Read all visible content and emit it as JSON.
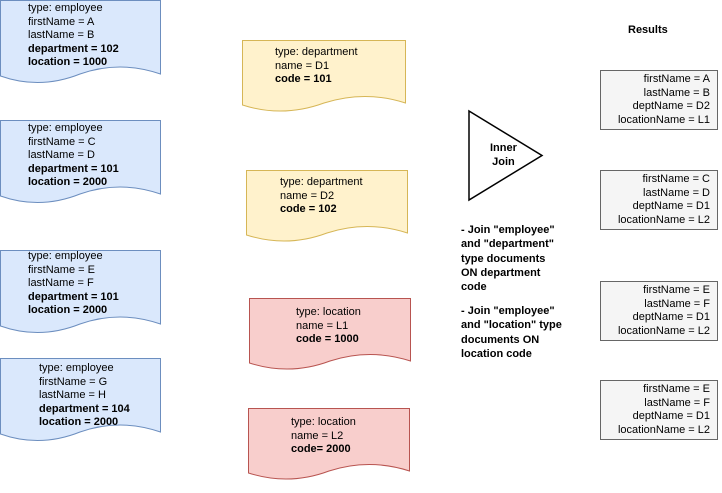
{
  "colors": {
    "employee_fill": "#dae8fc",
    "employee_stroke": "#6c8ebf",
    "department_fill": "#fff2cc",
    "department_stroke": "#d6b656",
    "location_fill": "#f8cecc",
    "location_stroke": "#b85450",
    "result_fill": "#f5f5f5",
    "result_stroke": "#666666"
  },
  "employees": [
    {
      "type": "type: employee",
      "firstName": "firstName = A",
      "lastName": "lastName = B",
      "department": "department = 102",
      "location": "location = 1000"
    },
    {
      "type": "type: employee",
      "firstName": "firstName = C",
      "lastName": "lastName = D",
      "department": "department = 101",
      "location": "location = 2000"
    },
    {
      "type": "type: employee",
      "firstName": "firstName = E",
      "lastName": "lastName = F",
      "department": "department = 101",
      "location": "location = 2000"
    },
    {
      "type": "type: employee",
      "firstName": "firstName = G",
      "lastName": "lastName = H",
      "department": "department = 104",
      "location": "location = 2000"
    }
  ],
  "departments": [
    {
      "type": "type: department",
      "name": "name = D1",
      "code": "code = 101"
    },
    {
      "type": "type: department",
      "name": "name = D2",
      "code": "code = 102"
    }
  ],
  "locations": [
    {
      "type": "type: location",
      "name": "name = L1",
      "code": "code = 1000"
    },
    {
      "type": "type: location",
      "name": "name = L2",
      "code": "code= 2000"
    }
  ],
  "join": {
    "label_line1": "Inner",
    "label_line2": "Join",
    "notes1": [
      "- Join \"employee\"",
      "and \"department\"",
      "type documents",
      "ON department",
      "code"
    ],
    "notes2": [
      "- Join \"employee\"",
      "and \"location\" type",
      "documents ON",
      "location code"
    ]
  },
  "results": {
    "title": "Results",
    "items": [
      {
        "firstName": "firstName = A",
        "lastName": "lastName = B",
        "deptName": "deptName = D2",
        "locationName": "locationName = L1"
      },
      {
        "firstName": "firstName = C",
        "lastName": "lastName = D",
        "deptName": "deptName = D1",
        "locationName": "locationName = L2"
      },
      {
        "firstName": "firstName = E",
        "lastName": "lastName = F",
        "deptName": "deptName = D1",
        "locationName": "locationName = L2"
      },
      {
        "firstName": "firstName = E",
        "lastName": "lastName = F",
        "deptName": "deptName = D1",
        "locationName": "locationName = L2"
      }
    ]
  }
}
